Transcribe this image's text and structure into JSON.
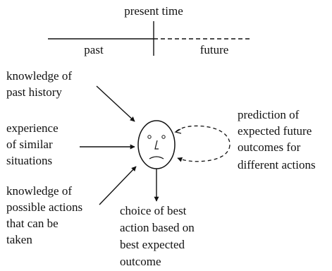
{
  "timeline": {
    "present_label": "present time",
    "past_label": "past",
    "future_label": "future"
  },
  "inputs": [
    {
      "id": "history",
      "lines": [
        "knowledge of",
        "past history"
      ]
    },
    {
      "id": "experience",
      "lines": [
        "experience",
        "of similar",
        "situations"
      ]
    },
    {
      "id": "actions",
      "lines": [
        "knowledge of",
        "possible actions",
        "that can be",
        "taken"
      ]
    }
  ],
  "prediction": {
    "lines": [
      "prediction of",
      "expected future",
      "outcomes for",
      "different actions"
    ]
  },
  "choice": {
    "lines": [
      "choice of best",
      "action based on",
      "best expected",
      "outcome"
    ]
  },
  "face": {
    "expression": "frowning"
  }
}
